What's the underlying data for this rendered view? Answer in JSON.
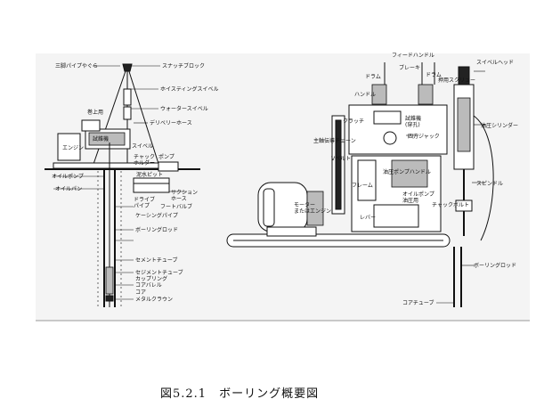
{
  "caption": "図5.2.1　ボーリング概要図",
  "left_labels": {
    "pipe_yagura": "三脚パイプやぐら",
    "snatch_block": "スナッチブロック",
    "hoisting_swivel": "ホイスティングスイベル",
    "water_swivel": "ウォータースイベル",
    "winch": "巻上用",
    "delivery_hose": "デリベリーホース",
    "engine": "エンジン",
    "machine_name": "試錐機",
    "pump": "ポンプ",
    "chuck_holder": "チャック\nホルダー",
    "oil_pump": "オイルポンプ",
    "oil_bowl": "オイルパン",
    "mud_pit": "泥水ピット",
    "suction_hose": "サクション\nホース",
    "drive_pipe": "ドライブ\nパイプ",
    "foot_valve": "フートバルブ",
    "casing_pipe": "ケーシングパイプ",
    "boring_rod": "ボーリングロッド",
    "cement_tube": "セメントチューブ",
    "cement_tube2": "セジメントチューブ\nカップリング",
    "core_barrel": "コアバレル",
    "core": "コア",
    "metal_crown": "メタルクラウン",
    "swivel": "スイベル"
  },
  "right_labels": {
    "handle_a": "ハンドル",
    "drum_a": "ドラム",
    "drum_brake": "ブレーキ",
    "drum_b": "ドラム",
    "feed_handle": "フィードハンドル",
    "water_swivel": "スイベルヘッド",
    "pressure_screw": "押用スクリュー",
    "machine_name": "試錐機\n(穿孔)",
    "four_way_jack": "四方ジャック",
    "hydraulic_cylinder": "油圧シリンダー",
    "spindle": "スピンドル",
    "chuck_bolt": "チャックボルト",
    "boring_rod": "ボーリングロッド",
    "core_tube": "コアチューブ",
    "v_belt": "Vベルト",
    "frame": "フレーム",
    "main_drive_chain": "主軸伝導チェーン",
    "motor_engine": "モーター\nまたはエンジン",
    "clutch": "クラッチ",
    "oil_pump_handle": "油圧ポンプハンドル",
    "oil_pump": "オイルポンプ\n油圧用",
    "lever": "レバー"
  }
}
